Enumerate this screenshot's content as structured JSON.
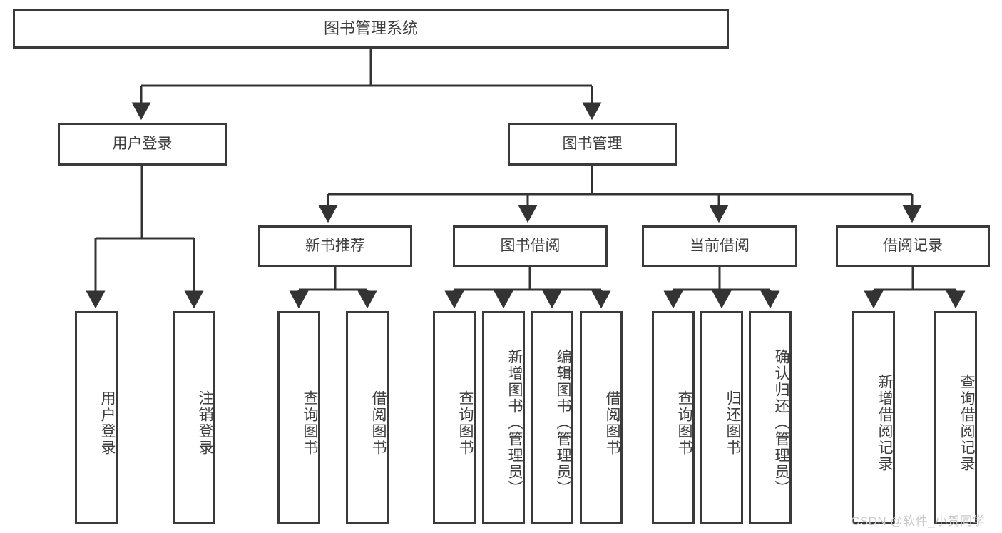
{
  "diagram": {
    "title": "图书管理系统",
    "type": "结构图",
    "style": {
      "box_border_color": "#3a3a3a",
      "box_fill_color": "#ffffff",
      "text_color": "#3d3d3d",
      "connector_color": "#333333",
      "background": "#ffffff",
      "watermark_color": "#c9c9c9"
    },
    "root": {
      "label": "图书管理系统",
      "children": [
        {
          "label": "用户登录",
          "children": [
            {
              "label": "用户登录"
            },
            {
              "label": "注销登录"
            }
          ]
        },
        {
          "label": "图书管理",
          "children": [
            {
              "label": "新书推荐",
              "children": [
                {
                  "label": "查询图书"
                },
                {
                  "label": "借阅图书"
                }
              ]
            },
            {
              "label": "图书借阅",
              "children": [
                {
                  "label": "查询图书"
                },
                {
                  "label": "新增图书（管理员）"
                },
                {
                  "label": "编辑图书（管理员）"
                },
                {
                  "label": "借阅图书"
                }
              ]
            },
            {
              "label": "当前借阅",
              "children": [
                {
                  "label": "查询图书"
                },
                {
                  "label": "归还图书"
                },
                {
                  "label": "确认归还（管理员）"
                }
              ]
            },
            {
              "label": "借阅记录",
              "children": [
                {
                  "label": "新增借阅记录"
                },
                {
                  "label": "查询借阅记录"
                }
              ]
            }
          ]
        }
      ]
    }
  },
  "watermark": {
    "text": "CSDN @软件_小贺同学"
  }
}
